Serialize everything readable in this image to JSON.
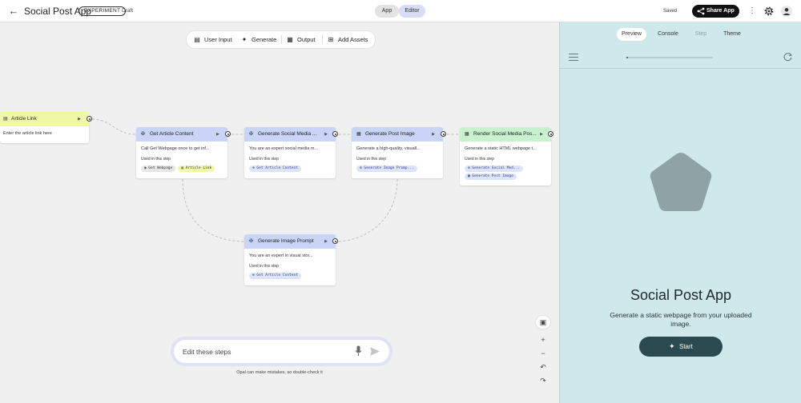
{
  "topbar": {
    "app_title": "Social Post App",
    "experiment_badge": "EXPERIMENT",
    "draft_label": "Draft",
    "mode_app": "App",
    "mode_editor": "Editor",
    "saved_label": "Saved",
    "share_label": "Share App"
  },
  "toolbar": {
    "user_input": "User Input",
    "generate": "Generate",
    "output": "Output",
    "add_assets": "Add Assets"
  },
  "nodes": {
    "article_link": {
      "title": "Article Link",
      "desc": "Enter the article link here"
    },
    "get_article": {
      "title": "Get Article Content",
      "desc": "Call Get Webpage once to get inf...",
      "used": "Used in this step",
      "chips": [
        "Get Webpage",
        "Article Link"
      ]
    },
    "gen_social": {
      "title": "Generate Social Media ...",
      "desc": "You are an expert social media m...",
      "used": "Used in this step",
      "chips": [
        "Get Article Content"
      ]
    },
    "gen_post_image": {
      "title": "Generate Post Image",
      "desc": "Generate a high-quality, visuall...",
      "used": "Used in this step",
      "chips": [
        "Generate Image Promp..."
      ]
    },
    "render": {
      "title": "Render Social Media Pos...",
      "desc": "Generate a static HTML webpage t...",
      "used": "Used in this step",
      "chips": [
        "Generate Social Med...",
        "Generate Post Image"
      ]
    },
    "gen_image_prompt": {
      "title": "Generate Image Prompt",
      "desc": "You are an expert in visual stor...",
      "used": "Used in this step",
      "chips": [
        "Get Article Content"
      ]
    }
  },
  "chat": {
    "placeholder": "Edit these steps",
    "disclaimer": "Opal can make mistakes, so double-check it"
  },
  "panel": {
    "tabs": [
      "Preview",
      "Console",
      "Step",
      "Theme"
    ],
    "active_tab": "Preview",
    "progress_fraction": 0.02,
    "title": "Social Post App",
    "subtitle": "Generate a static webpage from your uploaded image.",
    "start_label": "Start"
  },
  "colors": {
    "panel_bg": "#cfe8ec",
    "start_button": "#2b4a4f",
    "pentagon": "#8ea3a6",
    "generate_head": "#c9d4f6",
    "output_head": "#c7f1cf",
    "input_head": "#eef9a8",
    "editor_tab": "#d8dcf7"
  },
  "icons": {
    "back": "arrow-left-icon",
    "share": "share-icon",
    "more": "more-vert-icon",
    "settings": "gear-icon",
    "account": "account-circle-icon",
    "user_input": "user-input-icon",
    "generate": "spark-icon",
    "output": "output-icon",
    "add_assets": "add-box-icon"
  }
}
